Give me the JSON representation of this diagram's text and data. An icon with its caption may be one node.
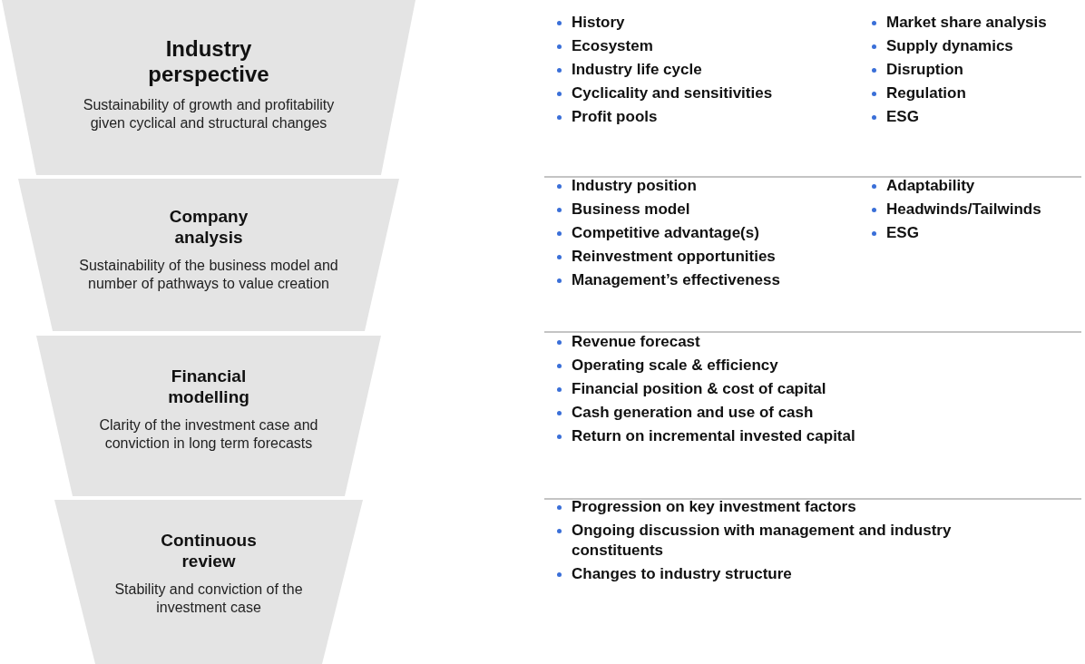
{
  "diagram": {
    "nodes": [
      {
        "text": [
          "Industry perspective",
          "Sustainability of growth and profitability given cyclical and structural changes"
        ]
      },
      {
        "text": [
          "Company analysis",
          "Sustainability of the business model and number of pathways to value creation"
        ]
      },
      {
        "text": [
          "Financial modelling",
          "Clarity of the investment case and conviction in long term forecasts"
        ]
      },
      {
        "text": [
          "Continuous review",
          "Stability and conviction of the investment case"
        ]
      }
    ],
    "labels": [
      "History",
      "Ecosystem",
      "Industry life cycle",
      "Cyclicality and sensitivities",
      "Profit pools",
      "Market share analysis",
      "Supply dynamics",
      "Disruption",
      "Regulation",
      "ESG",
      "Industry position",
      "Business model",
      "Competitive advantage(s)",
      "Reinvestment opportunities",
      "Management’s effectiveness",
      "Adaptability",
      "Headwinds/Tailwinds",
      "ESG",
      "Revenue forecast",
      "Operating scale & efficiency",
      "Financial position & cost of capital",
      "Cash generation and use of cash",
      "Return on incremental invested capital",
      "Progression on key investment factors",
      "Ongoing discussion with management and industry constituents",
      "Changes to industry structure"
    ]
  }
}
